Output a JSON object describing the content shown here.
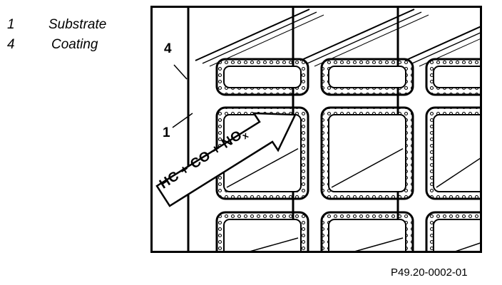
{
  "legend": {
    "items": [
      {
        "number": "1",
        "label": "Substrate"
      },
      {
        "number": "4",
        "label": "Coating"
      }
    ]
  },
  "diagram": {
    "callout_coating": "4",
    "callout_substrate": "1",
    "gas_flow": {
      "prefix": "HC + CO + NO",
      "subscript": "x"
    }
  },
  "figure_code": "P49.20-0002-01"
}
